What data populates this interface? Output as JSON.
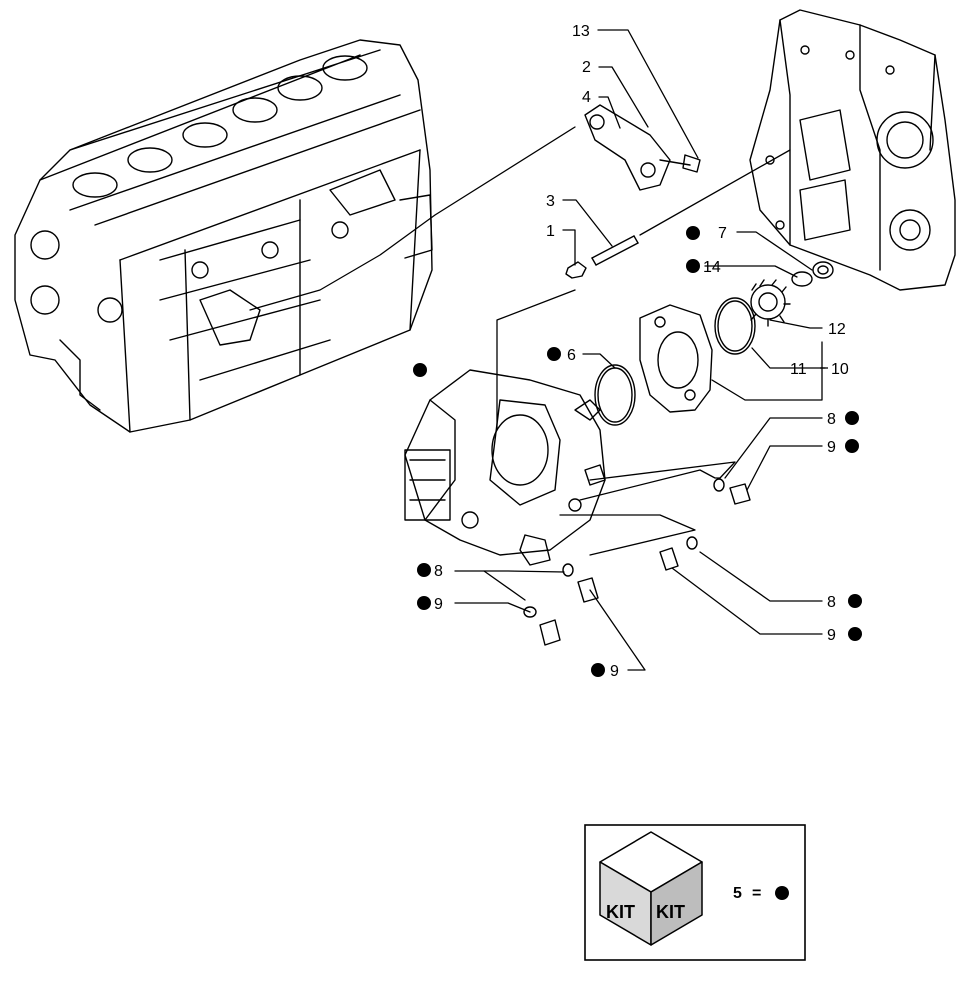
{
  "callouts": [
    {
      "key": "c13",
      "number": "13"
    },
    {
      "key": "c2",
      "number": "2"
    },
    {
      "key": "c4",
      "number": "4"
    },
    {
      "key": "c3",
      "number": "3"
    },
    {
      "key": "c1",
      "number": "1"
    },
    {
      "key": "c7",
      "number": "7"
    },
    {
      "key": "c14",
      "number": "14"
    },
    {
      "key": "c12",
      "number": "12"
    },
    {
      "key": "c10",
      "number": "10"
    },
    {
      "key": "c11",
      "number": "11"
    },
    {
      "key": "c6",
      "number": "6"
    },
    {
      "key": "c8r",
      "number": "8"
    },
    {
      "key": "c9r",
      "number": "9"
    },
    {
      "key": "c8l",
      "number": "8"
    },
    {
      "key": "c9l",
      "number": "9"
    },
    {
      "key": "c9b",
      "number": "9"
    },
    {
      "key": "c8rb",
      "number": "8"
    },
    {
      "key": "c9rb",
      "number": "9"
    }
  ],
  "kit": {
    "label_left": "KIT",
    "label_right": "KIT",
    "legend_number": "5",
    "legend_equals": "="
  }
}
